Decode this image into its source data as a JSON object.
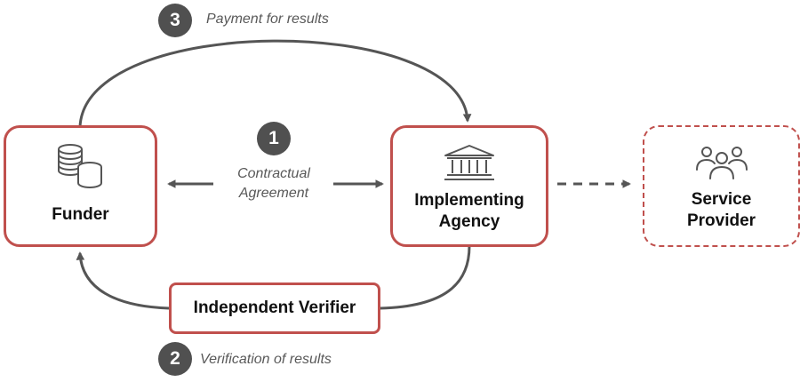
{
  "colors": {
    "box_border": "#c0504d",
    "arrow": "#555555",
    "badge": "#505050",
    "caption": "#595959"
  },
  "steps": [
    {
      "number": "1",
      "label_lines": [
        "Contractual",
        "Agreement"
      ]
    },
    {
      "number": "2",
      "label": "Verification of results"
    },
    {
      "number": "3",
      "label": "Payment for results"
    }
  ],
  "nodes": {
    "funder": {
      "label": "Funder",
      "icon": "coins-icon"
    },
    "implementing_agency": {
      "label_lines": [
        "Implementing",
        "Agency"
      ],
      "icon": "bank-building-icon"
    },
    "service_provider": {
      "label_lines": [
        "Service",
        "Provider"
      ],
      "icon": "people-group-icon"
    },
    "independent_verifier": {
      "label": "Independent Verifier"
    }
  }
}
